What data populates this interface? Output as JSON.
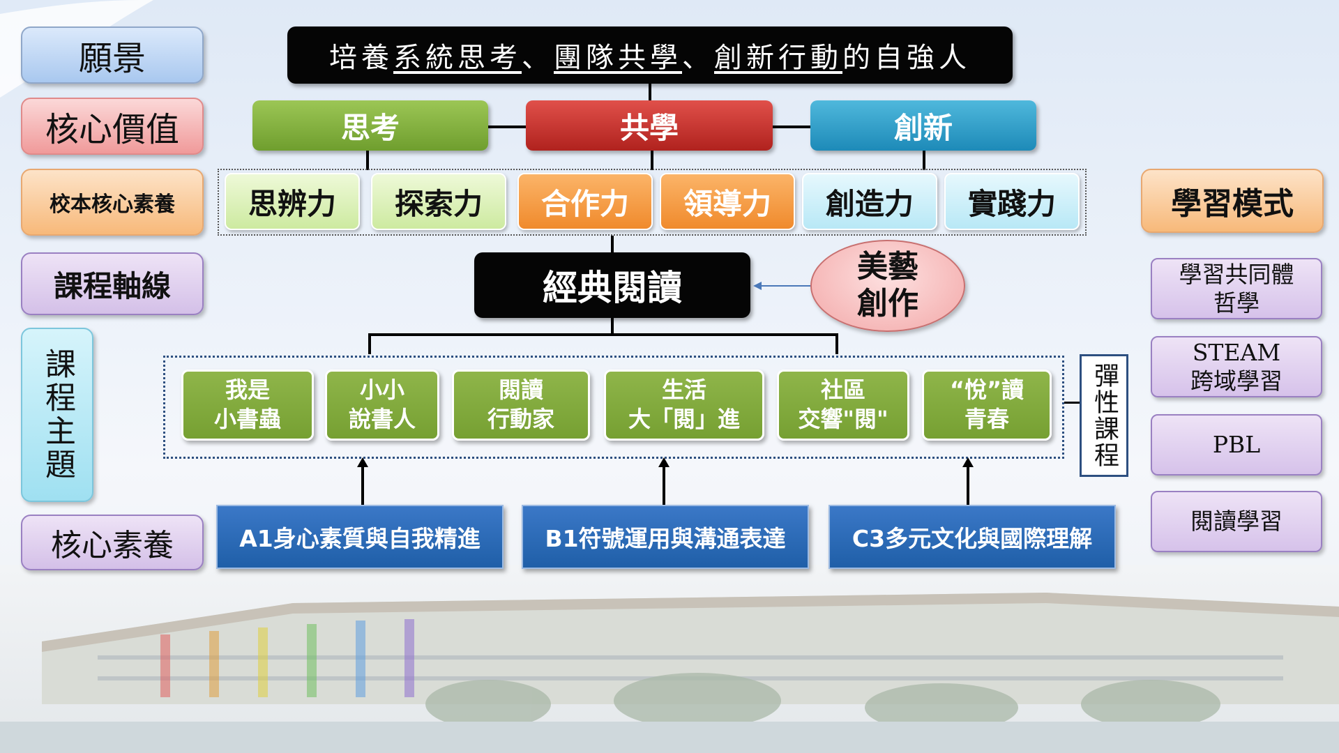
{
  "left_labels": {
    "vision": "願景",
    "core_values": "核心價值",
    "school_competencies": "校本核心素養",
    "curriculum_axis": "課程軸線",
    "curriculum_theme": "課程主題",
    "core_competencies": "核心素養"
  },
  "vision": {
    "seg1": "培養",
    "seg2": "系統思考",
    "seg3": "、",
    "seg4": "團隊共學",
    "seg5": "、",
    "seg6": "創新行動",
    "seg7": "的自強人"
  },
  "values": [
    "思考",
    "共學",
    "創新"
  ],
  "competencies": [
    "思辨力",
    "探索力",
    "合作力",
    "領導力",
    "創造力",
    "實踐力"
  ],
  "axis": "經典閱讀",
  "arts": {
    "line1": "美藝",
    "line2": "創作"
  },
  "themes": [
    {
      "line1": "我是",
      "line2": "小書蟲"
    },
    {
      "line1": "小小",
      "line2": "說書人"
    },
    {
      "line1": "閱讀",
      "line2": "行動家"
    },
    {
      "line1": "生活",
      "line2": "大「閱」進"
    },
    {
      "line1": "社區",
      "line2": "交響\"閱\""
    },
    {
      "line1": "“悅”讀",
      "line2": "青春"
    }
  ],
  "flexible": "彈性課程",
  "core_items": [
    "A1身心素質與自我精進",
    "B1符號運用與溝通表達",
    "C3多元文化與國際理解"
  ],
  "learning_mode": {
    "title": "學習模式",
    "items": [
      {
        "line1": "學習共同體",
        "line2": "哲學"
      },
      {
        "line1": "STEAM",
        "line2": "跨域學習"
      },
      {
        "line1": "PBL",
        "line2": ""
      },
      {
        "line1": "閱讀學習",
        "line2": ""
      }
    ]
  },
  "colors": {
    "think": "#7fae3a",
    "colearn": "#c9302c",
    "innovate": "#2e9ac4",
    "green_light": "#e3f4c4",
    "orange": "#f59a3e",
    "cyan_light": "#d4f1fb"
  }
}
